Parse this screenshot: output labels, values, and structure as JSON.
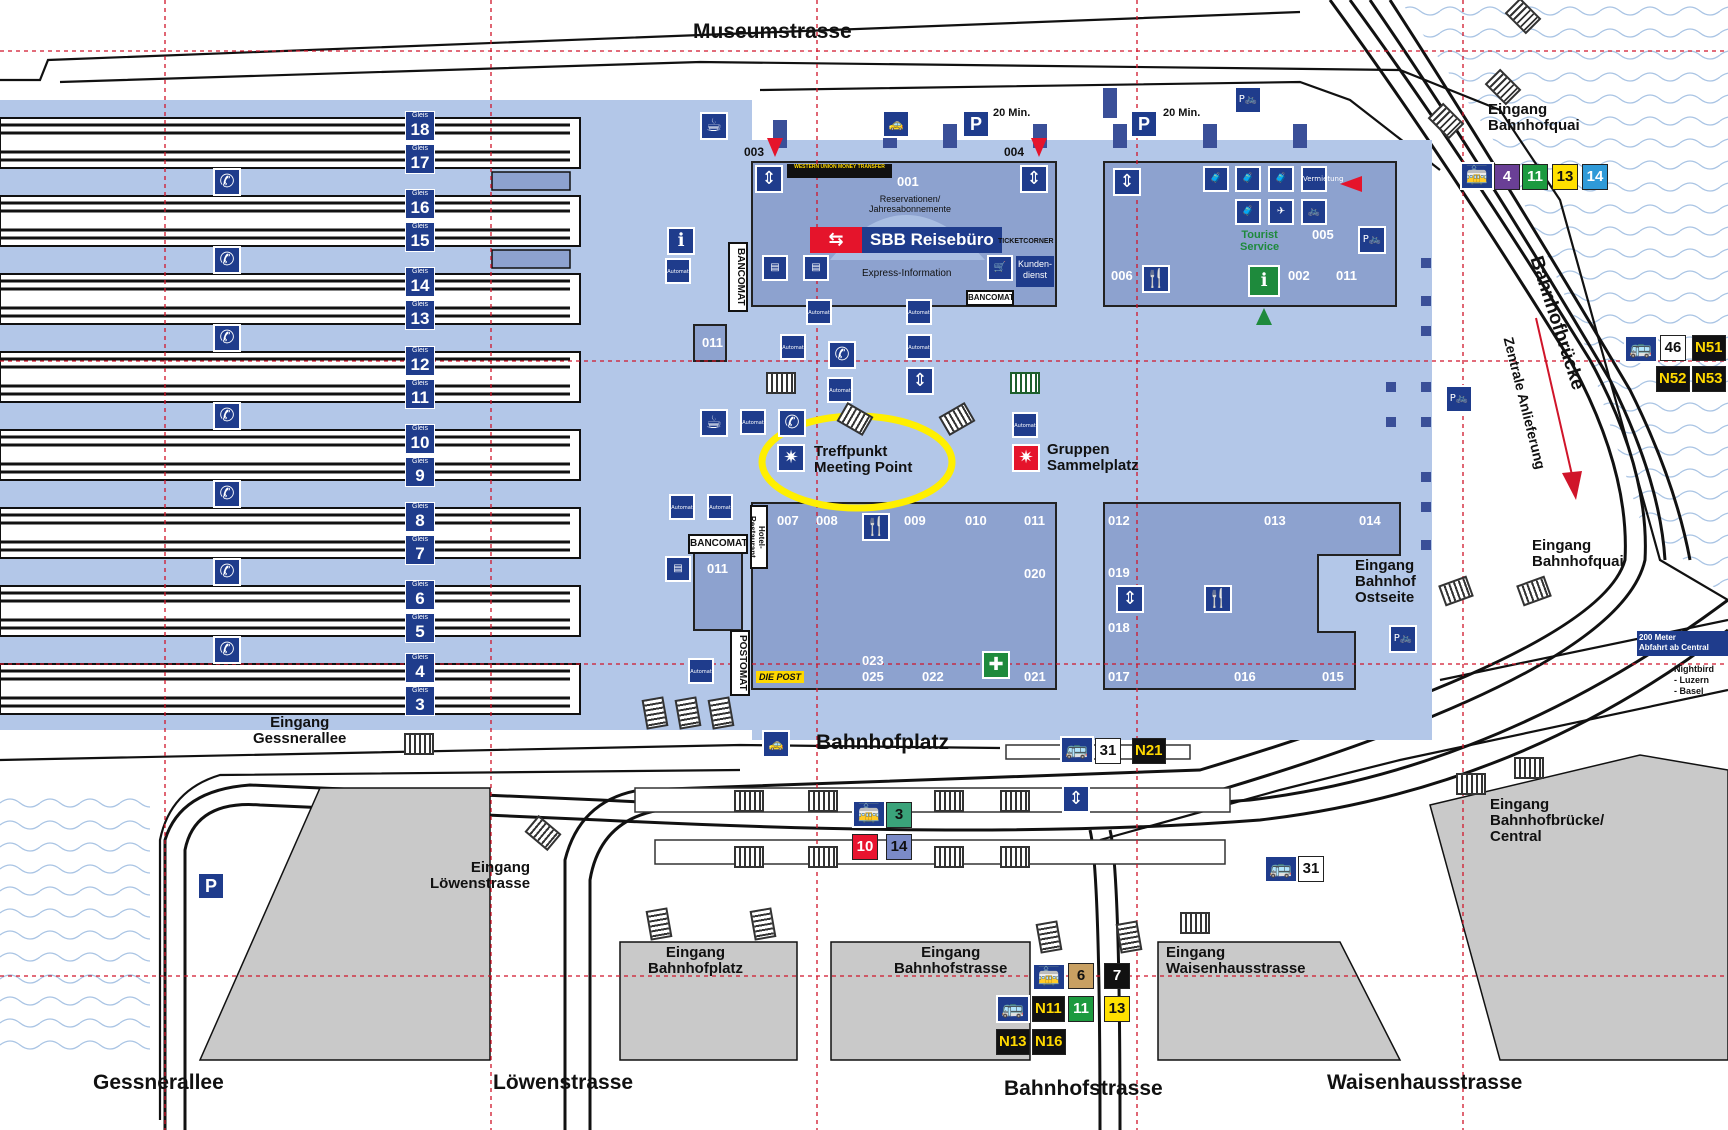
{
  "streets": {
    "museumstrasse": "Museumstrasse",
    "bahnhofplatz": "Bahnhofplatz",
    "gessnerallee": "Gessnerallee",
    "loewenstrasse": "Löwenstrasse",
    "bahnhofstrasse": "Bahnhofstrasse",
    "waisenhausstrasse": "Waisenhausstrasse",
    "bahnhofbruecke": "Bahnhofbrücke",
    "zentrale_anlieferung": "Zentrale Anlieferung"
  },
  "entrances": {
    "bahnhofquai_top": [
      "Eingang",
      "Bahnhofquai"
    ],
    "bahnhofquai_right": [
      "Eingang",
      "Bahnhofquai"
    ],
    "bahnhof_ostseite": [
      "Eingang",
      "Bahnhof",
      "Ostseite"
    ],
    "gessnerallee": [
      "Eingang",
      "Gessnerallee"
    ],
    "loewenstrasse": [
      "Eingang",
      "Löwenstrasse"
    ],
    "bahnhofplatz": [
      "Eingang",
      "Bahnhofplatz"
    ],
    "bahnhofstrasse": [
      "Eingang",
      "Bahnhofstrasse"
    ],
    "waisenhausstrasse": [
      "Eingang",
      "Waisenhausstrasse"
    ],
    "bahnhofbruecke_central": [
      "Eingang",
      "Bahnhofbrücke/",
      "Central"
    ]
  },
  "gleis_label": "Gleis",
  "tracks": [
    "18",
    "17",
    "16",
    "15",
    "14",
    "13",
    "12",
    "11",
    "10",
    "9",
    "8",
    "7",
    "6",
    "5",
    "4",
    "3"
  ],
  "meeting_point": {
    "line1": "Treffpunkt",
    "line2": "Meeting Point"
  },
  "group_point": {
    "line1": "Gruppen",
    "line2": "Sammelplatz"
  },
  "sbb": {
    "name": "SBB Reisebüro",
    "reservations": "Reservationen/\nJahresabonnemente",
    "express": "Express-Information",
    "kundendienst": "Kunden-\ndienst",
    "western_union": "WESTERN UNION MONEY TRANSFER",
    "ticketcorner": "TICKETCORNER"
  },
  "tourist_service": [
    "Tourist",
    "Service"
  ],
  "parking_time": "20 Min.",
  "door_labels": [
    "003",
    "004"
  ],
  "rooms": {
    "r001": "001",
    "r002": "002",
    "r005": "005",
    "r006": "006",
    "r011a": "011",
    "r011b": "011",
    "r011c": "011",
    "r007": "007",
    "r008": "008",
    "r009": "009",
    "r010": "010",
    "r011d": "011",
    "r020": "020",
    "r023": "023",
    "r025": "025",
    "r022": "022",
    "r021": "021",
    "r012": "012",
    "r013": "013",
    "r014": "014",
    "r019": "019",
    "r018": "018",
    "r017": "017",
    "r016": "016",
    "r015": "015"
  },
  "bancomat": "BANCOMAT",
  "postomat": "POSTOMAT",
  "die_post": "DIE POST",
  "hotel_restaurant": "Hotel-Restaurant",
  "automat": "Automat",
  "vermietung": "Vermietung",
  "taxi": "Taxi",
  "transit": {
    "bahnhofquai_trams": [
      {
        "n": "4",
        "bg": "#6a3f96",
        "fg": "#ffffff"
      },
      {
        "n": "11",
        "bg": "#1c9a3f",
        "fg": "#ffffff"
      },
      {
        "n": "13",
        "bg": "#ffe000",
        "fg": "#111111"
      },
      {
        "n": "14",
        "bg": "#2f9ad8",
        "fg": "#ffffff"
      }
    ],
    "bus_46": {
      "n": "46",
      "bg": "#ffffff",
      "fg": "#111111"
    },
    "night_n51": {
      "n": "N51",
      "bg": "#111111",
      "fg": "#ffd800"
    },
    "night_n52": {
      "n": "N52",
      "bg": "#111111",
      "fg": "#ffd800"
    },
    "night_n53": {
      "n": "N53",
      "bg": "#111111",
      "fg": "#ffd800"
    },
    "bus_31_top": {
      "n": "31",
      "bg": "#ffffff",
      "fg": "#111111"
    },
    "night_n21": {
      "n": "N21",
      "bg": "#111111",
      "fg": "#ffd800"
    },
    "tram_3": {
      "n": "3",
      "bg": "#3aa37a",
      "fg": "#111111"
    },
    "tram_10": {
      "n": "10",
      "bg": "#e8142f",
      "fg": "#ffffff"
    },
    "tram_14": {
      "n": "14",
      "bg": "#7b8bc8",
      "fg": "#111111"
    },
    "bus_31_bottom": {
      "n": "31",
      "bg": "#ffffff",
      "fg": "#111111"
    },
    "tram_6": {
      "n": "6",
      "bg": "#c8a062",
      "fg": "#111111"
    },
    "tram_7": {
      "n": "7",
      "bg": "#111111",
      "fg": "#ffffff"
    },
    "night_n11": {
      "n": "N11",
      "bg": "#111111",
      "fg": "#ffd800"
    },
    "tram_11b": {
      "n": "11",
      "bg": "#1c9a3f",
      "fg": "#ffffff"
    },
    "tram_13b": {
      "n": "13",
      "bg": "#ffe000",
      "fg": "#111111"
    },
    "night_n13": {
      "n": "N13",
      "bg": "#111111",
      "fg": "#ffd800"
    },
    "night_n16": {
      "n": "N16",
      "bg": "#111111",
      "fg": "#ffd800"
    }
  },
  "nightbird": {
    "title": "200 Meter\nAbfahrt ab Central",
    "lines": [
      "Nightbird",
      "- Luzern",
      "- Basel"
    ]
  },
  "colors": {
    "station_fill": "#b3c7e8",
    "building_fill": "#8da2cf",
    "icon_blue": "#1f3c8c",
    "grid_red": "#d0152a",
    "highlight_yellow": "#ffef00",
    "block_gray": "#c9c9c9",
    "water_blue": "#a9c4e4"
  }
}
